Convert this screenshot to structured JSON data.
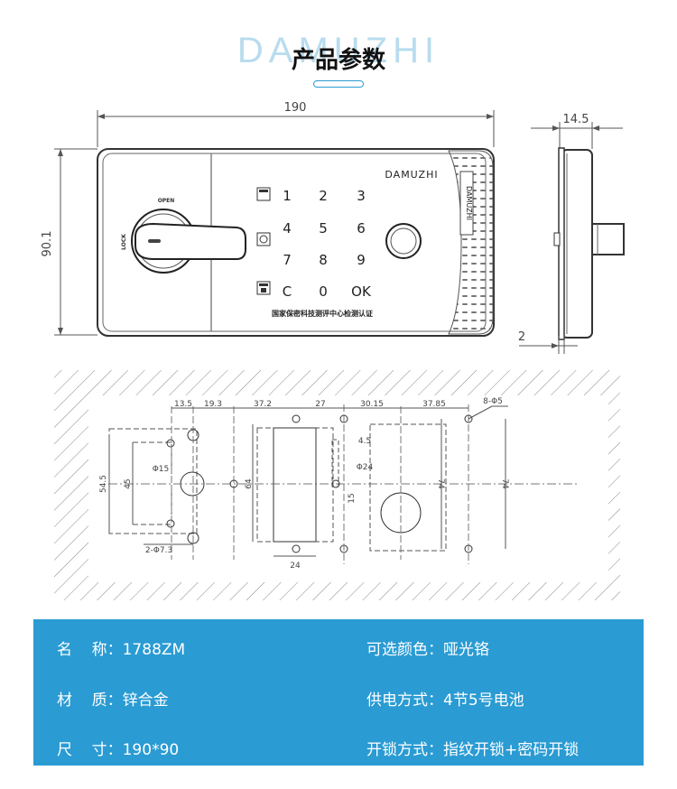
{
  "header": {
    "brand": "DAMUZHI",
    "title": "产品参数"
  },
  "front_view": {
    "width_dim": "190",
    "height_dim": "90.1",
    "brand": "DAMUZHI",
    "side_brand": "DAMUZHI",
    "open_label": "OPEN",
    "lock_label": "LOCK",
    "keys": [
      "1",
      "2",
      "3",
      "4",
      "5",
      "6",
      "7",
      "8",
      "9",
      "C",
      "0",
      "OK"
    ],
    "cert_text": "国家保密科技测评中心检测认证"
  },
  "side_view": {
    "depth_dim": "14.5",
    "thickness_dim": "2"
  },
  "template": {
    "dims": {
      "d13_5": "13.5",
      "d19_3": "19.3",
      "d37_2": "37.2",
      "d27": "27",
      "d30_15": "30.15",
      "d37_85": "37.85",
      "holes8": "8-Φ5",
      "d54_5": "54.5",
      "d45": "45",
      "phi15": "Φ15",
      "holes2": "2-Φ7.3",
      "d64": "64",
      "d24": "24",
      "d4_5": "4.5",
      "phi24": "Φ24",
      "d15": "15",
      "d74a": "74",
      "d74b": "74"
    }
  },
  "specs": {
    "name": "名    称：1788ZM",
    "color": "可选颜色：哑光铬",
    "material": "材    质：锌合金",
    "power": "供电方式：4节5号电池",
    "size": "尺    寸：190*90",
    "unlock": "开锁方式：指纹开锁+密码开锁"
  }
}
